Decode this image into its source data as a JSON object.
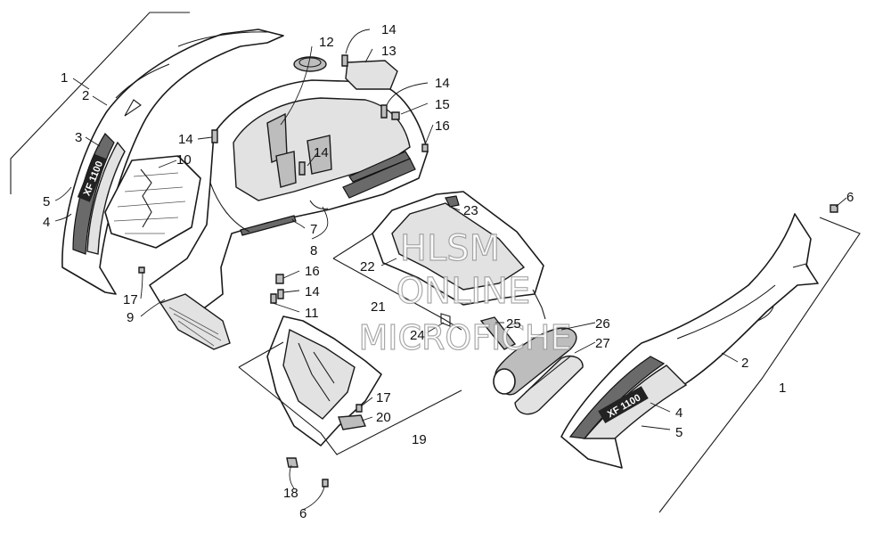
{
  "watermark": {
    "line1": "HLSM",
    "line2": "ONLINE",
    "line3": "MICROFICHE"
  },
  "decals": {
    "left_side_model": "XF 1100",
    "right_side_model": "XF 1100"
  },
  "callouts": {
    "c1_left": "1",
    "c2_left": "2",
    "c3": "3",
    "c5_left": "5",
    "c4_left": "4",
    "c10": "10",
    "c12": "12",
    "c14_top": "14",
    "c13": "13",
    "c14_upper_right": "14",
    "c15": "15",
    "c16_top": "16",
    "c14_left": "14",
    "c14_mid": "14",
    "c7": "7",
    "c8": "8",
    "c16_mid": "16",
    "c14_lower": "14",
    "c17_left": "17",
    "c9": "9",
    "c11": "11",
    "c23": "23",
    "c22": "22",
    "c21": "21",
    "c24": "24",
    "c25": "25",
    "c26": "26",
    "c27": "27",
    "c17_lower": "17",
    "c20": "20",
    "c19": "19",
    "c18": "18",
    "c6_bottom": "6",
    "c6_right": "6",
    "c2_right": "2",
    "c1_right": "1",
    "c4_right": "4",
    "c5_right": "5"
  }
}
